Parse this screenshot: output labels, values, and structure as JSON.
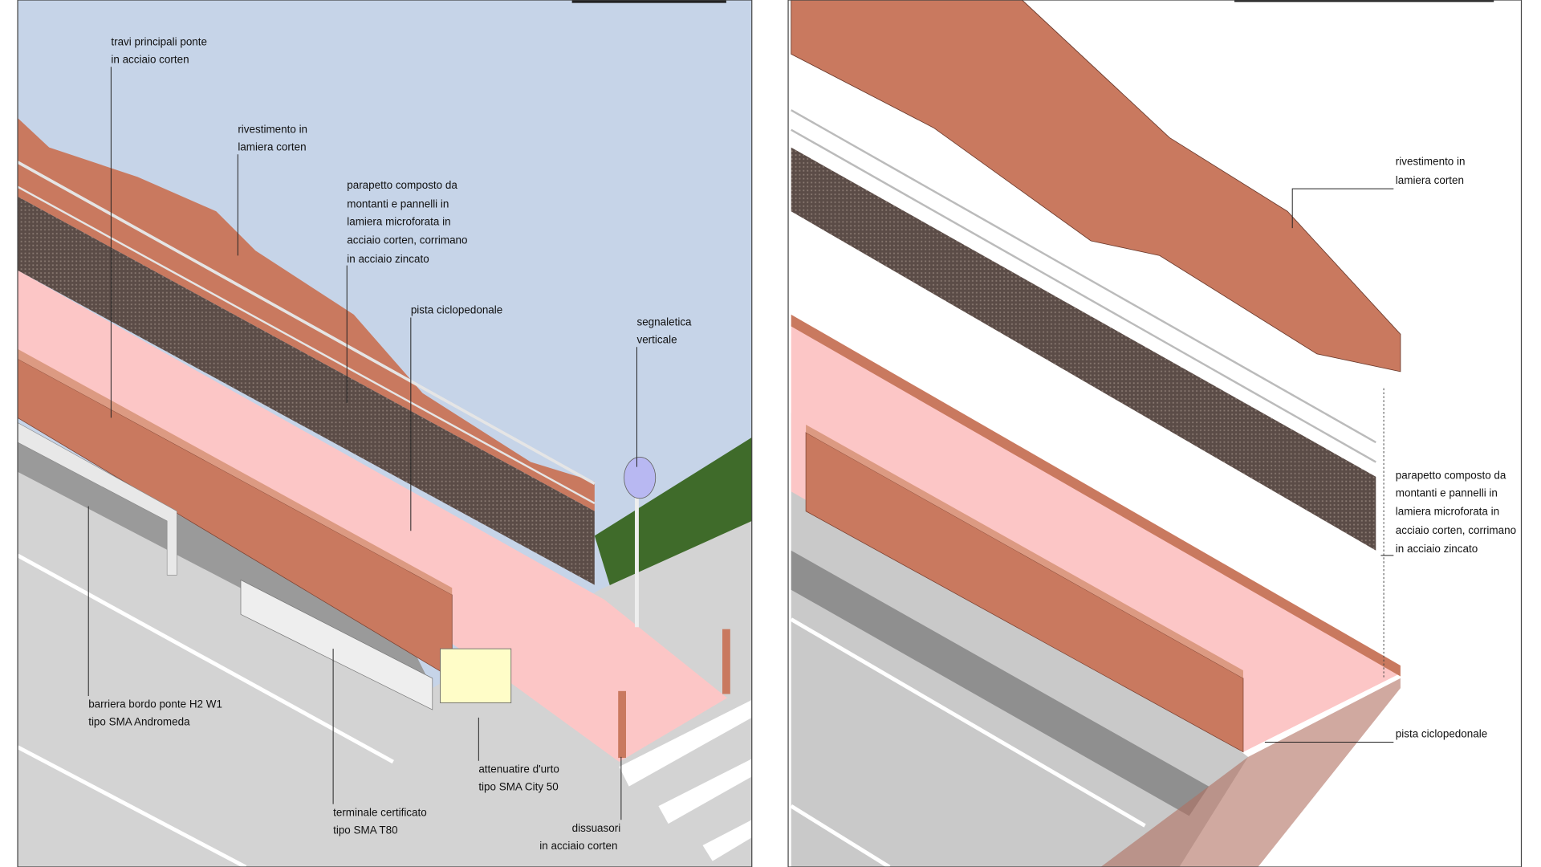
{
  "left_panel": {
    "labels": {
      "travi": [
        "travi principali ponte",
        "in acciaio corten"
      ],
      "rivestimento": [
        "rivestimento in",
        "lamiera corten"
      ],
      "parapetto": [
        "parapetto composto da",
        "montanti e pannelli in",
        "lamiera microforata in",
        "acciaio corten, corrimano",
        "in acciaio zincato"
      ],
      "pista": [
        "pista ciclopedonale"
      ],
      "segnaletica": [
        "segnaletica",
        "verticale"
      ],
      "barriera": [
        "barriera bordo ponte H2 W1",
        "tipo SMA Andromeda"
      ],
      "terminale": [
        "terminale certificato",
        "tipo SMA T80"
      ],
      "attenuatore": [
        "attenuatire d'urto",
        "tipo SMA City 50"
      ],
      "dissuasori": [
        "dissuasori",
        "in acciaio corten"
      ]
    }
  },
  "right_panel": {
    "labels": {
      "rivestimento": [
        "rivestimento in",
        "lamiera corten"
      ],
      "parapetto": [
        "parapetto composto da",
        "montanti e pannelli in",
        "lamiera microforata in",
        "acciaio corten, corrimano",
        "in acciaio zincato"
      ],
      "pista": [
        "pista ciclopedonale"
      ]
    }
  },
  "colors": {
    "sky": "#c6d4e8",
    "corten": "#c9795f",
    "pista": "#fcc6c6",
    "ground": "#d3d3d3",
    "mesh": "#5b4c47",
    "grass": "#3f6b2a",
    "attenuator": "#fffdc8",
    "sign": "#b8b8f2"
  }
}
